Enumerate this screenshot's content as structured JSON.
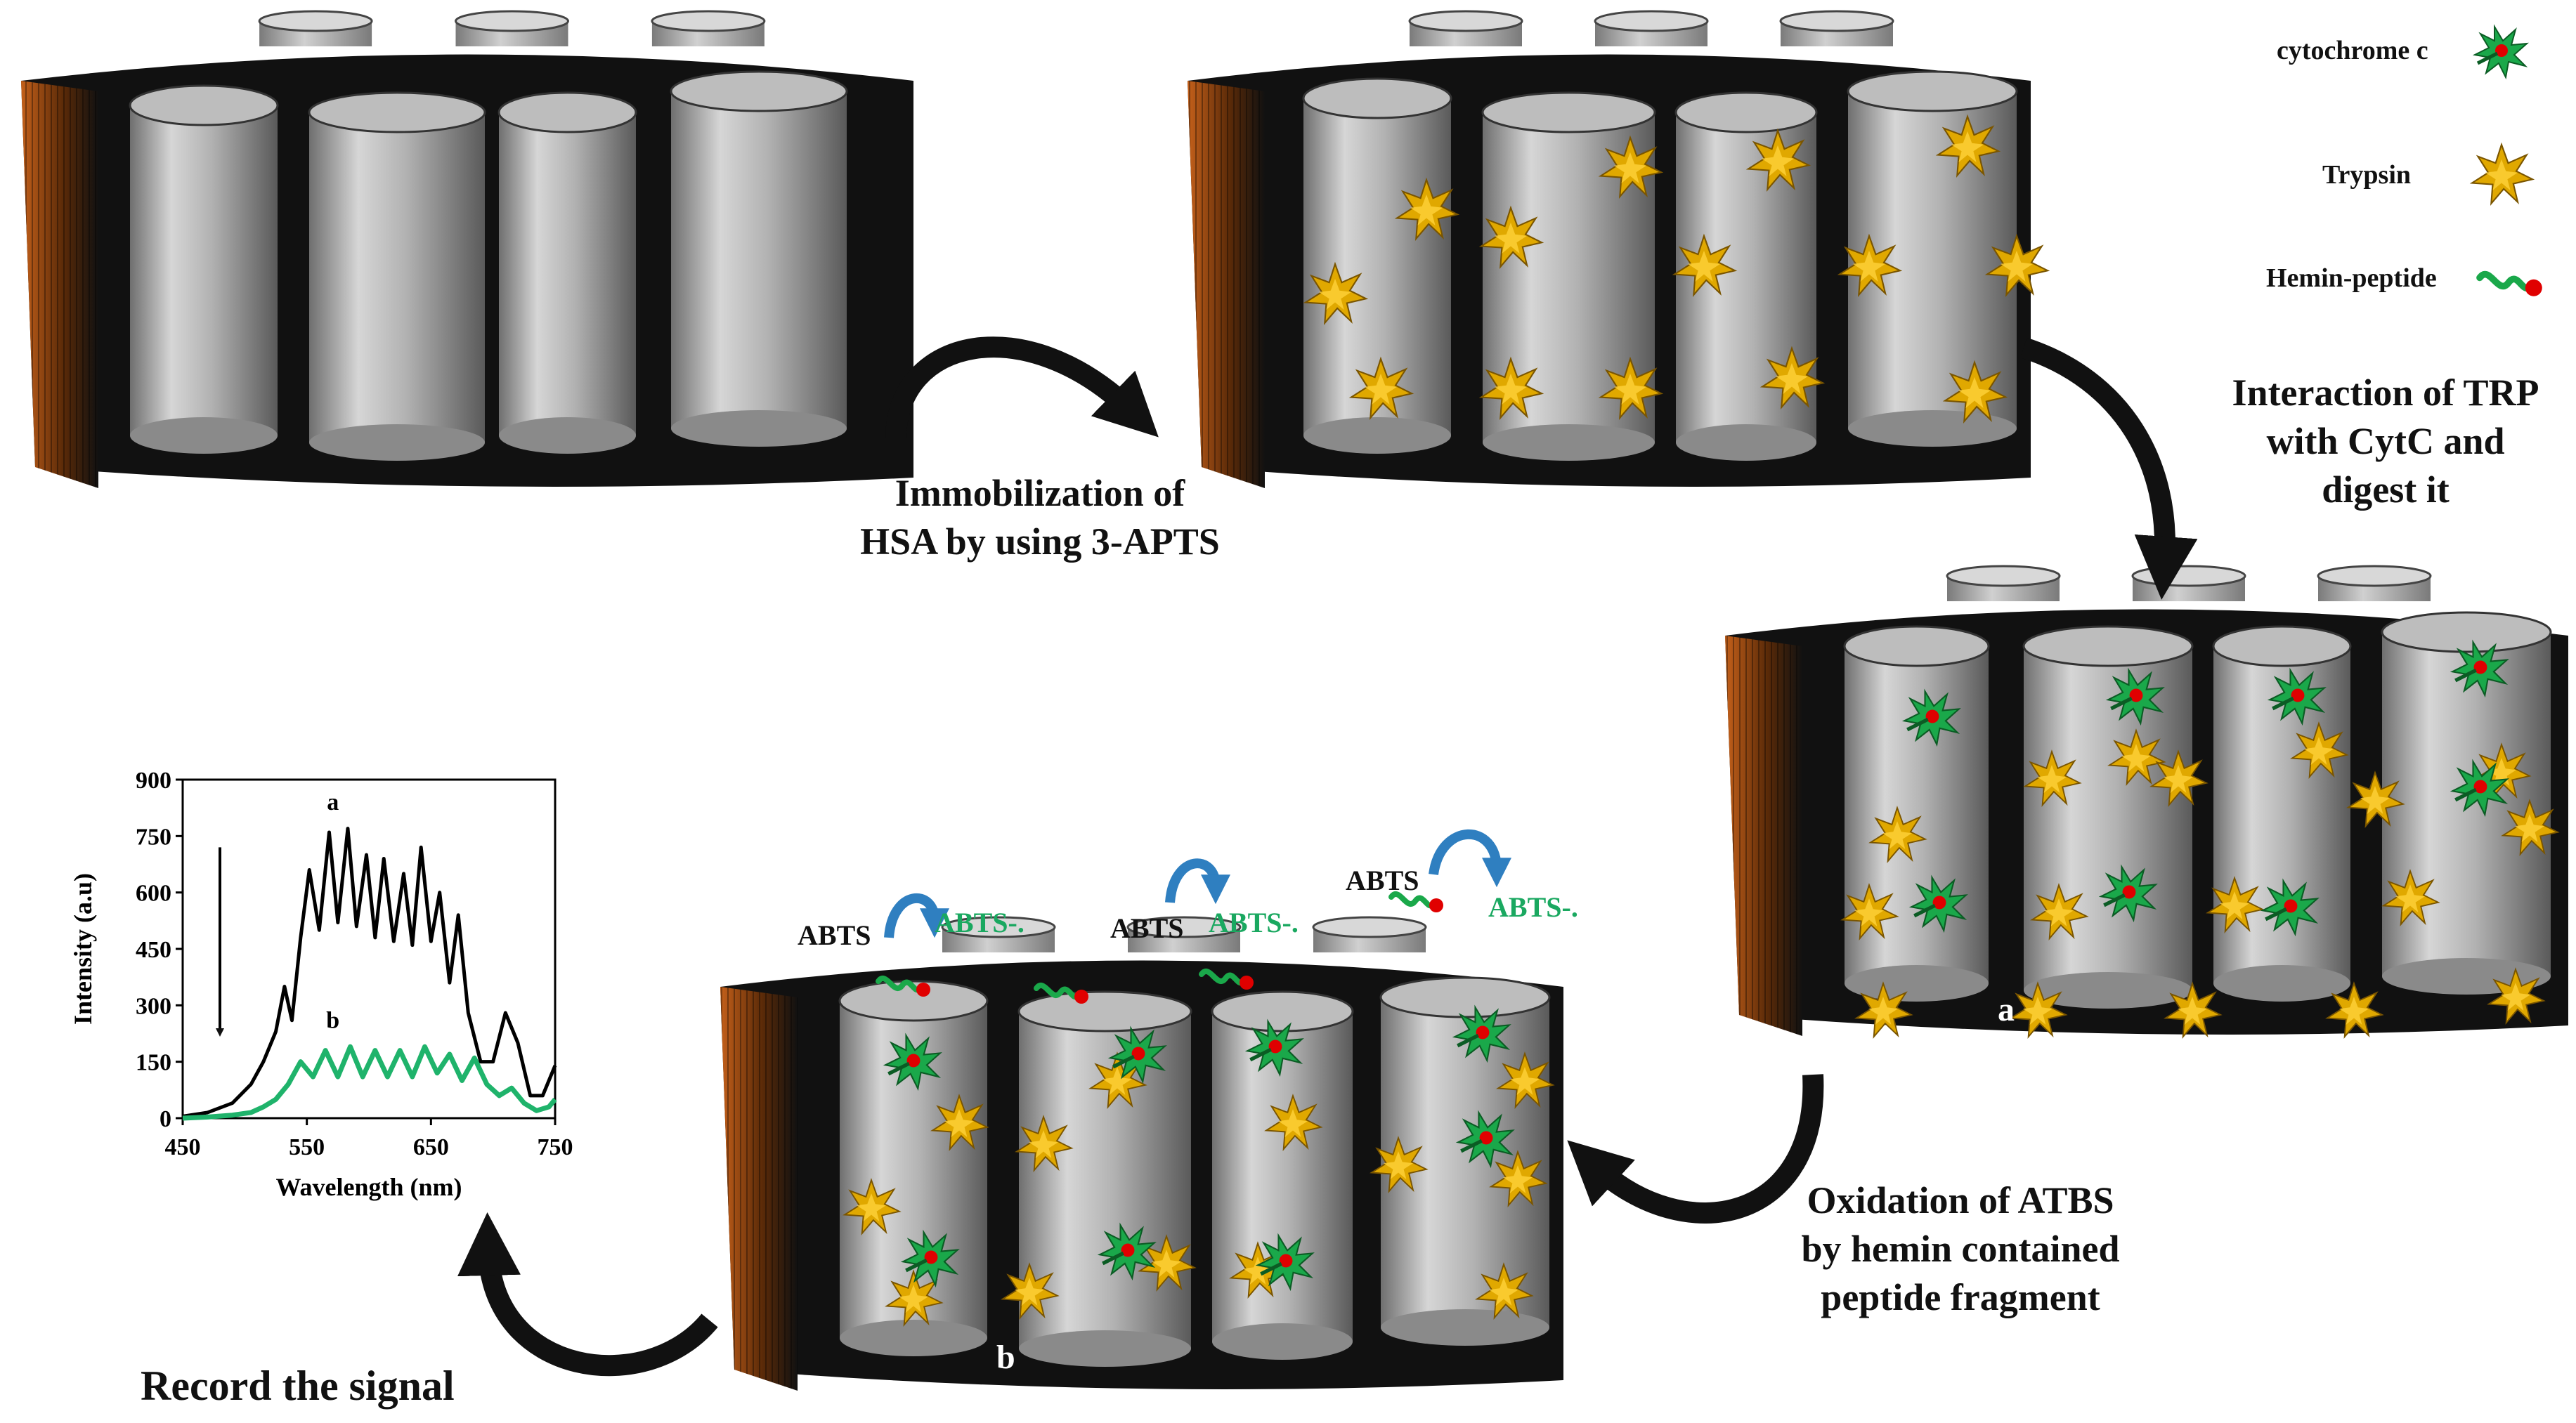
{
  "legend": {
    "cytochrome": "cytochrome c",
    "trypsin": "Trypsin",
    "hemin": "Hemin-peptide"
  },
  "steps": {
    "immobilization": [
      "Immobilization  of",
      "HSA by using 3-APTS"
    ],
    "interaction": [
      "Interaction  of TRP",
      "with CytC and",
      "digest it"
    ],
    "oxidation": [
      "Oxidation  of ATBS",
      "by hemin contained",
      "peptide fragment"
    ],
    "record": "Record the signal"
  },
  "panel_labels": {
    "a": "a",
    "b": "b"
  },
  "abts": {
    "reactant": "ABTS",
    "product": "ABTS-."
  },
  "colors": {
    "tray": "#111111",
    "tray_edge": "#c4601a",
    "well": "#a6a6a6",
    "cytochrome": "#1aa84a",
    "heme": "#e00000",
    "trypsin": "#e0a800",
    "hemin_peptide": "#1aa84a",
    "abts_product": "#1aa860",
    "arrow": "#111111",
    "abts_arrow": "#2f7fc0",
    "series_a": "#000000",
    "series_b": "#1fb36b"
  },
  "chart_data": {
    "type": "line",
    "xlabel": "Wavelength (nm)",
    "ylabel": "Intensity (a.u)",
    "xlim": [
      450,
      750
    ],
    "ylim": [
      0,
      900
    ],
    "xticks": [
      450,
      550,
      650,
      750
    ],
    "yticks": [
      0,
      150,
      300,
      450,
      600,
      750,
      900
    ],
    "series": [
      {
        "name": "a",
        "x": [
          450,
          470,
          490,
          505,
          515,
          525,
          532,
          538,
          545,
          552,
          560,
          568,
          575,
          583,
          590,
          598,
          605,
          612,
          620,
          628,
          635,
          642,
          650,
          657,
          665,
          672,
          680,
          690,
          700,
          710,
          720,
          730,
          740,
          750
        ],
        "y": [
          5,
          15,
          40,
          90,
          150,
          230,
          350,
          260,
          480,
          660,
          500,
          760,
          520,
          770,
          510,
          700,
          480,
          690,
          470,
          650,
          460,
          720,
          470,
          600,
          360,
          540,
          280,
          150,
          150,
          280,
          200,
          60,
          60,
          140
        ]
      },
      {
        "name": "b",
        "x": [
          450,
          470,
          490,
          505,
          515,
          525,
          535,
          545,
          555,
          565,
          575,
          585,
          595,
          605,
          615,
          625,
          635,
          645,
          655,
          665,
          675,
          685,
          695,
          705,
          715,
          725,
          735,
          745,
          750
        ],
        "y": [
          0,
          3,
          8,
          15,
          30,
          50,
          90,
          150,
          110,
          180,
          110,
          190,
          110,
          180,
          110,
          180,
          110,
          190,
          120,
          170,
          100,
          160,
          90,
          60,
          80,
          40,
          20,
          30,
          50
        ]
      }
    ],
    "annotations": [
      "a",
      "b"
    ]
  }
}
